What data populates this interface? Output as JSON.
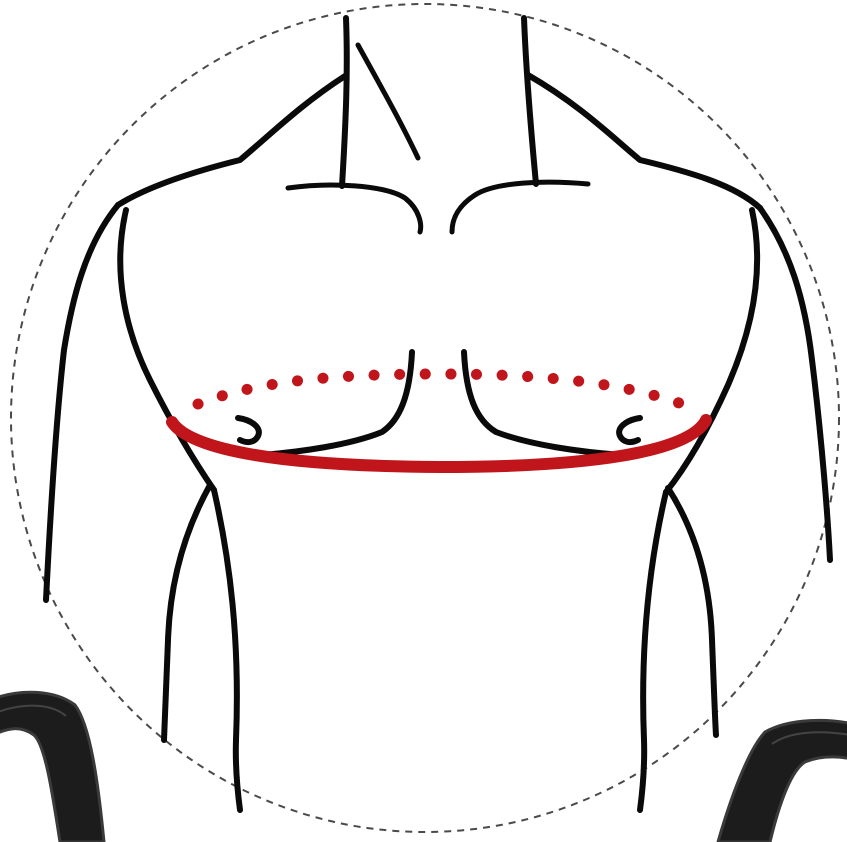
{
  "diagram": {
    "subject": "chest-measurement-illustration",
    "colors": {
      "background": "#ffffff",
      "outline": "#0a0a0a",
      "dashed_border": "#4a4a4a",
      "measure_line": "#c0161b",
      "measure_dots": "#c0161b",
      "strap": "#1c1c1c",
      "strap_edge": "#3a3a3a"
    },
    "icons": {
      "border": "dashed-circle",
      "measure_front": "solid-measuring-line",
      "measure_back": "dotted-measuring-line",
      "straps": "shoulder-strap-icon"
    }
  }
}
